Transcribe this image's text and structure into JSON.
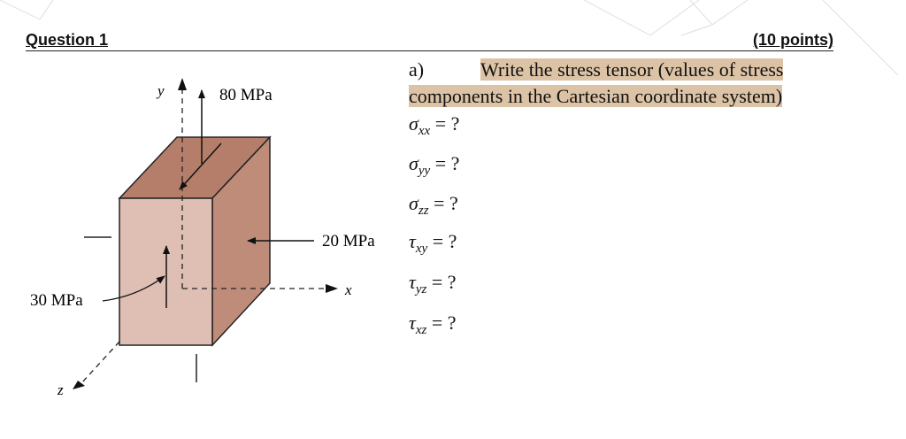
{
  "header": {
    "question": "Question 1",
    "points": "(10 points)"
  },
  "part_a": {
    "label": "a)",
    "task_line1": "Write the stress tensor (values of stress",
    "task_line2": "components in the Cartesian coordinate system)"
  },
  "equations": [
    {
      "symbol": "σ",
      "sub": "xx",
      "rhs": "= ?"
    },
    {
      "symbol": "σ",
      "sub": "yy",
      "rhs": "= ?"
    },
    {
      "symbol": "σ",
      "sub": "zz",
      "rhs": "= ?"
    },
    {
      "symbol": "τ",
      "sub": "xy",
      "rhs": "= ?"
    },
    {
      "symbol": "τ",
      "sub": "yz",
      "rhs": "= ?"
    },
    {
      "symbol": "τ",
      "sub": "xz",
      "rhs": "= ?"
    }
  ],
  "figure": {
    "label_y": "y",
    "label_x": "x",
    "label_z": "z",
    "stress_top": "80 MPa",
    "stress_right": "20 MPa",
    "stress_left": "30 MPa"
  },
  "colors": {
    "highlight": "#dcc3a6",
    "cube_front": "#dfbfb4",
    "cube_top": "#b57e6a",
    "cube_side": "#c08c7a"
  }
}
